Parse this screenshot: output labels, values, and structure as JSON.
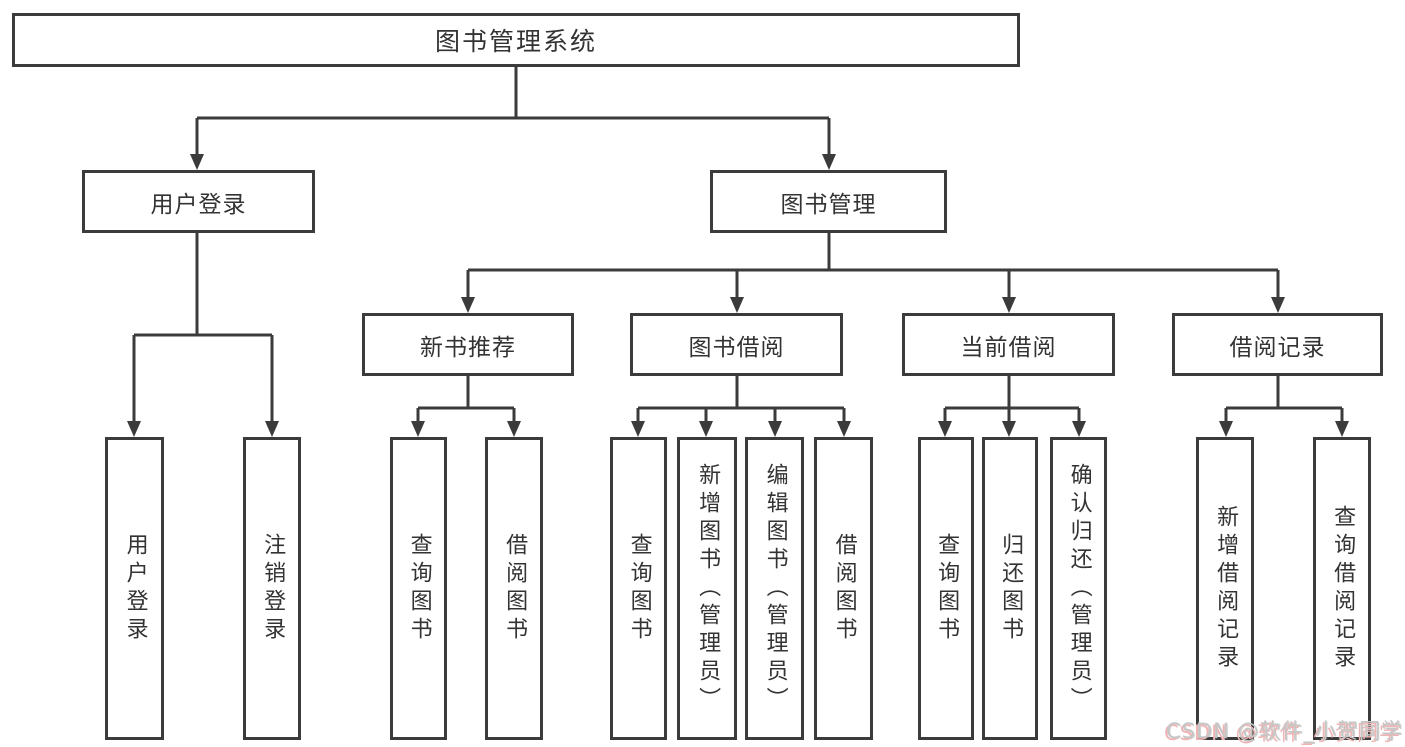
{
  "colors": {
    "line": "#3b3b3b",
    "text": "#333333",
    "background": "#ffffff",
    "watermark_gray": "#c6c6c6",
    "watermark_pink": "#f0b4b4"
  },
  "nodes": {
    "root": {
      "label": "图书管理系统"
    },
    "level2": [
      {
        "label": "用户登录"
      },
      {
        "label": "图书管理"
      }
    ],
    "level3": [
      {
        "label": "新书推荐"
      },
      {
        "label": "图书借阅"
      },
      {
        "label": "当前借阅"
      },
      {
        "label": "借阅记录"
      }
    ],
    "leaves": [
      {
        "label": "用户登录"
      },
      {
        "label": "注销登录"
      },
      {
        "label": "查询图书"
      },
      {
        "label": "借阅图书"
      },
      {
        "label": "查询图书"
      },
      {
        "label": "新增图书（管理员）"
      },
      {
        "label": "编辑图书（管理员）"
      },
      {
        "label": "借阅图书"
      },
      {
        "label": "查询图书"
      },
      {
        "label": "归还图书"
      },
      {
        "label": "确认归还（管理员）"
      },
      {
        "label": "新增借阅记录"
      },
      {
        "label": "查询借阅记录"
      }
    ]
  },
  "hierarchy": {
    "图书管理系统": [
      "用户登录",
      "图书管理"
    ],
    "用户登录": [
      "用户登录",
      "注销登录"
    ],
    "图书管理": [
      "新书推荐",
      "图书借阅",
      "当前借阅",
      "借阅记录"
    ],
    "新书推荐": [
      "查询图书",
      "借阅图书"
    ],
    "图书借阅": [
      "查询图书",
      "新增图书（管理员）",
      "编辑图书（管理员）",
      "借阅图书"
    ],
    "当前借阅": [
      "查询图书",
      "归还图书",
      "确认归还（管理员）"
    ],
    "借阅记录": [
      "新增借阅记录",
      "查询借阅记录"
    ]
  },
  "watermark": {
    "text": "CSDN @软件_小贺同学"
  }
}
